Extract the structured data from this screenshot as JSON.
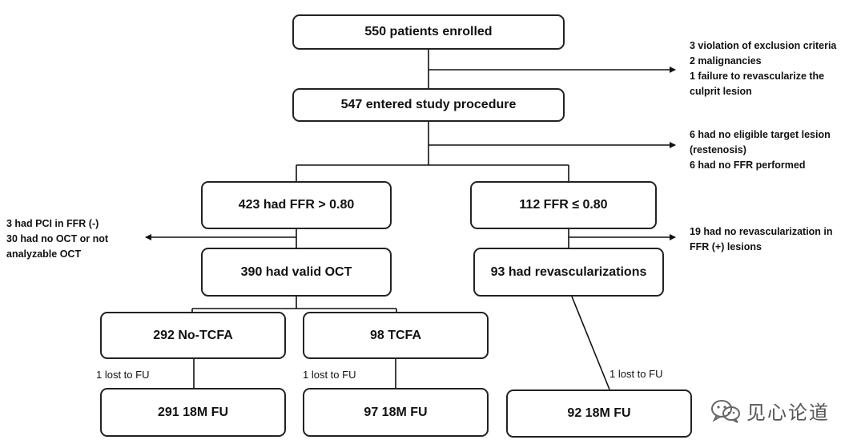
{
  "boxes": {
    "enrolled": "550 patients enrolled",
    "entered": "547 entered study procedure",
    "ffr_high": "423 had FFR > 0.80",
    "ffr_low": "112 FFR ≤ 0.80",
    "valid_oct": "390 had valid OCT",
    "revasc": "93 had revascularizations",
    "no_tcfa": "292 No-TCFA",
    "tcfa": "98 TCFA",
    "fu_no_tcfa": "291 18M FU",
    "fu_tcfa": "97 18M FU",
    "fu_revasc": "92  18M FU"
  },
  "exclusions": {
    "after_enrolled": [
      "3 violation of exclusion criteria",
      "2  malignancies",
      "1 failure to revascularize the",
      "culprit lesion"
    ],
    "after_entered": [
      "6 had no eligible target lesion",
      "(restenosis)",
      "6 had no FFR performed"
    ],
    "after_ffr_high": [
      "3 had PCI in FFR (-)",
      "30 had no OCT or not",
      "analyzable OCT"
    ],
    "after_ffr_low": [
      "19 had no revascularization in",
      "FFR (+) lesions"
    ]
  },
  "lost_labels": {
    "no_tcfa": "1 lost to FU",
    "tcfa": "1 lost to FU",
    "revasc": "1 lost to FU"
  },
  "watermark": {
    "text": "见心论道",
    "icon": "wechat-icon"
  }
}
